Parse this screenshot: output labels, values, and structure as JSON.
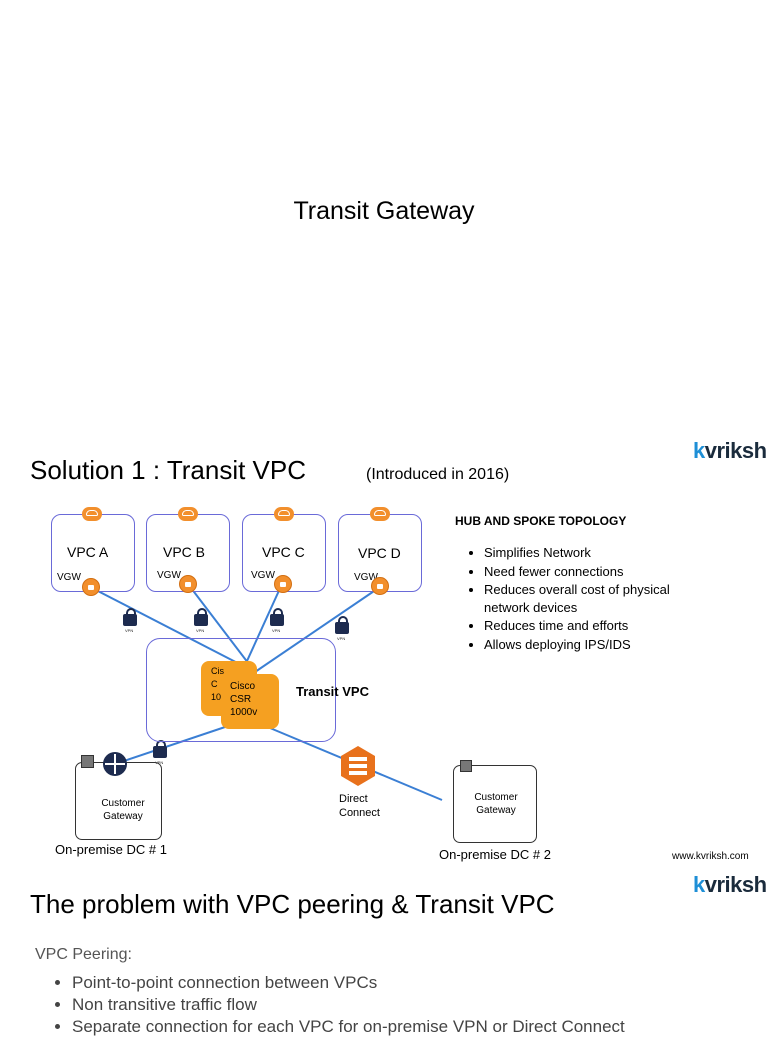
{
  "slide1": {
    "title": "Transit Gateway"
  },
  "slide2": {
    "title": "Solution 1 : Transit VPC",
    "subtitle": "(Introduced in 2016)",
    "logo_k": "k",
    "logo_rest": "vriksh",
    "vpcs": [
      {
        "label": "VPC A",
        "vgw": "VGW"
      },
      {
        "label": "VPC B",
        "vgw": "VGW"
      },
      {
        "label": "VPC C",
        "vgw": "VGW"
      },
      {
        "label": "VPC D",
        "vgw": "VGW"
      }
    ],
    "vpn_tag": "VPN",
    "transit_label": "Transit VPC",
    "router_back": [
      "Cis",
      "C",
      "10"
    ],
    "router_front": [
      "Cisco",
      "CSR",
      "1000v"
    ],
    "customer_gateway": [
      "Customer",
      "Gateway"
    ],
    "dc1": "On-premise DC # 1",
    "dc2": "On-premise DC # 2",
    "direct_connect": [
      "Direct",
      "Connect"
    ],
    "topology_heading": "HUB AND SPOKE TOPOLOGY",
    "bullets": [
      "Simplifies Network",
      "Need fewer connections",
      "Reduces overall cost of physical network devices",
      "Reduces time and efforts",
      "Allows deploying IPS/IDS"
    ],
    "website": "www.kvriksh.com"
  },
  "slide3": {
    "title": "The problem with VPC peering & Transit VPC",
    "section": "VPC Peering:",
    "bullets": [
      "Point-to-point connection between VPCs",
      "Non transitive traffic flow",
      "Separate connection for each VPC for on-premise VPN or Direct Connect"
    ]
  },
  "colors": {
    "accent_orange": "#f28f2c",
    "line_blue": "#3b7fd4",
    "box_border": "#6a6ad8",
    "logo_blue": "#1e8fd6"
  }
}
